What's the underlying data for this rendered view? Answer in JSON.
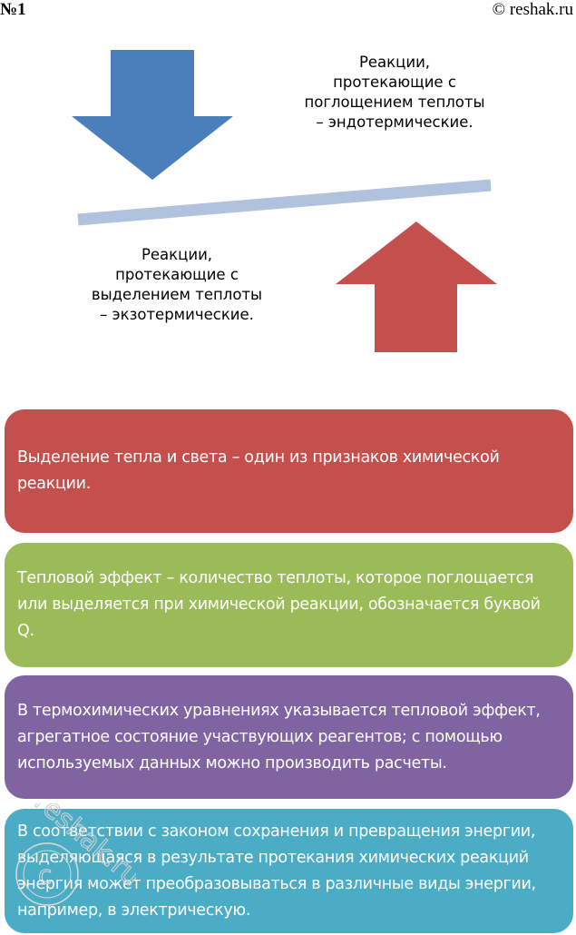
{
  "header": {
    "task_number": "№1",
    "copyright": "© reshak.ru"
  },
  "diagram": {
    "down_arrow_color": "#4a7fbc",
    "up_arrow_color": "#c0504d",
    "balance_bar_color": "#b1c2de",
    "endothermic_caption": "Реакции, протекающие с поглощением теплоты – эндотермические.",
    "exothermic_caption": "Реакции, протекающие с выделением теплоты – экзотермические."
  },
  "boxes": [
    {
      "color": "#c4504d",
      "text": "Выделение тепла и света – один из признаков химической реакции."
    },
    {
      "color": "#9bbb59",
      "text": "Тепловой эффект – количество теплоты, которое поглощается или выделяется при химической реакции, обозначается буквой Q."
    },
    {
      "color": "#8064a2",
      "text": "В термохимических уравнениях указывается тепловой эффект, агрегатное состояние участвующих реагентов; с помощью используемых данных можно производить расчеты."
    },
    {
      "color": "#4bacc6",
      "text": "В соответствии с законом сохранения и превращения энергии, выделяющаяся в результате протекания химических реакций энергия может преобразовываться в различные виды энергии, например, в электрическую."
    }
  ],
  "watermark": {
    "text": "reshak.ru"
  }
}
